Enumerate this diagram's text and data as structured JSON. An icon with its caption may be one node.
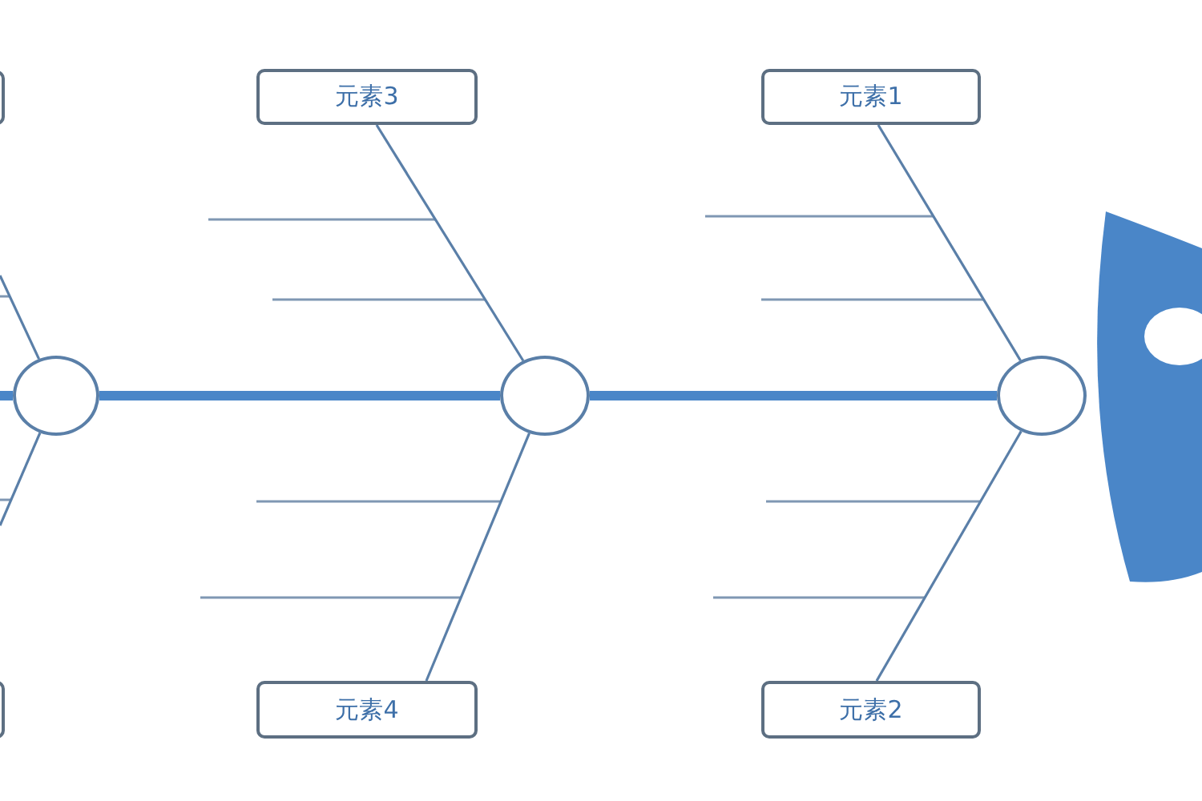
{
  "diagram": {
    "nodes": [
      {
        "text": [],
        "shape": "box"
      },
      {
        "text": [
          "元素3"
        ]
      },
      {
        "text": [
          "元素1"
        ]
      },
      {
        "text": [],
        "shape": "circle"
      },
      {
        "text": [],
        "shape": "circle"
      },
      {
        "text": [],
        "shape": "circle"
      },
      {
        "text": [],
        "shape": "picture"
      },
      {
        "text": [],
        "shape": "box"
      },
      {
        "text": [
          "元素4"
        ]
      },
      {
        "text": [
          "元素2"
        ]
      }
    ],
    "edges": [
      {
        "from": null,
        "to": 3,
        "arrow": "none",
        "style": "thick",
        "color": "#4a86c8"
      },
      {
        "from": 3,
        "to": 4,
        "arrow": "none",
        "style": "thick",
        "color": "#4a86c8"
      },
      {
        "from": 4,
        "to": 5,
        "arrow": "none",
        "style": "thick",
        "color": "#4a86c8"
      },
      {
        "from": null,
        "to": 3,
        "arrow": "none"
      },
      {
        "from": 1,
        "to": 4,
        "arrow": "none"
      },
      {
        "from": 2,
        "to": 5,
        "arrow": "none"
      },
      {
        "from": null,
        "to": 3,
        "arrow": "none"
      },
      {
        "from": 8,
        "to": 4,
        "arrow": "none"
      },
      {
        "from": 9,
        "to": 5,
        "arrow": "none"
      }
    ]
  }
}
